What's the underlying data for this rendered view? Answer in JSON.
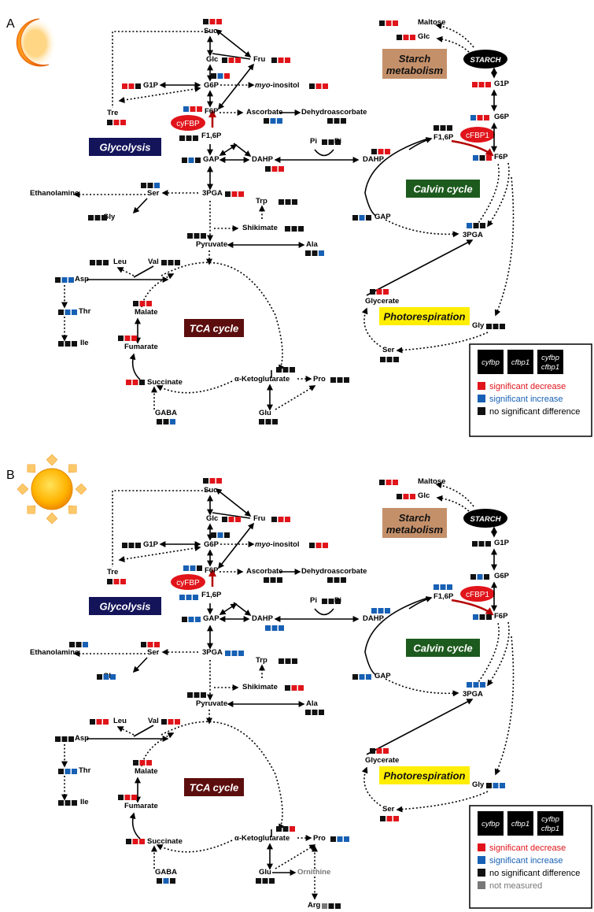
{
  "colors": {
    "decrease": "#e0141a",
    "increase": "#1760b4",
    "none": "#111111",
    "notmeasured": "#777777"
  },
  "panel_labels": [
    "A",
    "B"
  ],
  "pathways": {
    "glycolysis": "Glycolysis",
    "starch": "Starch metabolism",
    "calvin": "Calvin cycle",
    "tca": "TCA cycle",
    "photoresp": "Photorespiration"
  },
  "enzymes": {
    "cyfbp": "cyFBP",
    "cfbp1": "cFBP1",
    "starch": "STARCH"
  },
  "legend": {
    "headers": [
      "cyfbp",
      "cfbp1",
      "cyfbp cfbp1"
    ],
    "items_a": [
      {
        "code": "r",
        "label": "significant decrease"
      },
      {
        "code": "b",
        "label": "significant increase"
      },
      {
        "code": "k",
        "label": "no significant difference"
      }
    ],
    "items_b": [
      {
        "code": "r",
        "label": "significant decrease"
      },
      {
        "code": "b",
        "label": "significant increase"
      },
      {
        "code": "k",
        "label": "no significant difference"
      },
      {
        "code": "g",
        "label": "not measured"
      }
    ]
  },
  "panels": [
    {
      "id": "A",
      "icon": "moon-icon",
      "metabolites": [
        {
          "name": "Maltose",
          "codes": "krr"
        },
        {
          "name": "Glc",
          "codes": "krr",
          "id": "Glc2"
        },
        {
          "name": "G1P",
          "codes": "rrr",
          "id": "G1Pc"
        },
        {
          "name": "G6P",
          "codes": "brr",
          "id": "G6Pc"
        },
        {
          "name": "F6P",
          "codes": "bkr",
          "id": "F6Pc"
        },
        {
          "name": "F1,6P",
          "codes": "kkk",
          "id": "F16c"
        },
        {
          "name": "GAP",
          "codes": "kbk",
          "id": "GAPc"
        },
        {
          "name": "3PGA",
          "codes": "bkk",
          "id": "PGAc"
        },
        {
          "name": "Glycerate",
          "codes": "krr"
        },
        {
          "name": "Gly",
          "codes": "kkk"
        },
        {
          "name": "Ser",
          "codes": "kkk",
          "id": "Ser2"
        },
        {
          "name": "Suc",
          "codes": "krr"
        },
        {
          "name": "Glc",
          "codes": "krr"
        },
        {
          "name": "Fru",
          "codes": "krr"
        },
        {
          "name": "G6P",
          "codes": "kbr"
        },
        {
          "name": "G1P",
          "codes": "rrk"
        },
        {
          "name": "myo-inositol",
          "codes": "krr"
        },
        {
          "name": "F6P",
          "codes": "brr"
        },
        {
          "name": "Tre",
          "codes": "krr"
        },
        {
          "name": "Ascorbate",
          "codes": "kbb"
        },
        {
          "name": "Dehydroascorbate",
          "codes": "kkk"
        },
        {
          "name": "F1,6P",
          "codes": "kkk"
        },
        {
          "name": "GAP",
          "codes": "kbk"
        },
        {
          "name": "DAHP",
          "codes": "krr"
        },
        {
          "name": "DAHP",
          "codes": "krr",
          "id": "DAHP2"
        },
        {
          "name": "Pi",
          "codes": "kkk"
        },
        {
          "name": "3PGA",
          "codes": "krr"
        },
        {
          "name": "Ser",
          "codes": "kkb"
        },
        {
          "name": "Ethanolamine",
          "codes": ""
        },
        {
          "name": "Gly",
          "codes": "kkk",
          "id": "Glyc"
        },
        {
          "name": "Trp",
          "codes": "kkk"
        },
        {
          "name": "Shikimate",
          "codes": "kkk"
        },
        {
          "name": "Pyruvate",
          "codes": "kkk"
        },
        {
          "name": "Ala",
          "codes": "kkb"
        },
        {
          "name": "Leu",
          "codes": "kkk"
        },
        {
          "name": "Val",
          "codes": "kkk"
        },
        {
          "name": "Asp",
          "codes": "kbb"
        },
        {
          "name": "Thr",
          "codes": "kbb"
        },
        {
          "name": "Ile",
          "codes": "kkk"
        },
        {
          "name": "Malate",
          "codes": "krr"
        },
        {
          "name": "Fumarate",
          "codes": "krr"
        },
        {
          "name": "Succinate",
          "codes": "rrk"
        },
        {
          "name": "GABA",
          "codes": "kkb"
        },
        {
          "name": "α-Ketoglutarate",
          "codes": "kkk"
        },
        {
          "name": "Pro",
          "codes": "kkk"
        },
        {
          "name": "Glu",
          "codes": "kkk"
        }
      ]
    },
    {
      "id": "B",
      "icon": "sun-icon",
      "metabolites": [
        {
          "name": "Maltose",
          "codes": "krr"
        },
        {
          "name": "Glc",
          "codes": "krr",
          "id": "Glc2"
        },
        {
          "name": "G1P",
          "codes": "kkk",
          "id": "G1Pc"
        },
        {
          "name": "G6P",
          "codes": "kbk",
          "id": "G6Pc"
        },
        {
          "name": "F6P",
          "codes": "bkk",
          "id": "F6Pc"
        },
        {
          "name": "F1,6P",
          "codes": "bbb",
          "id": "F16c"
        },
        {
          "name": "GAP",
          "codes": "kbb",
          "id": "GAPc"
        },
        {
          "name": "3PGA",
          "codes": "bbb",
          "id": "PGAc"
        },
        {
          "name": "Glycerate",
          "codes": "krr"
        },
        {
          "name": "Gly",
          "codes": "kbb"
        },
        {
          "name": "Ser",
          "codes": "krr",
          "id": "Ser2"
        },
        {
          "name": "Suc",
          "codes": "krr"
        },
        {
          "name": "Glc",
          "codes": "krr"
        },
        {
          "name": "Fru",
          "codes": "krr"
        },
        {
          "name": "G6P",
          "codes": "kbk"
        },
        {
          "name": "G1P",
          "codes": "kkk"
        },
        {
          "name": "myo-inositol",
          "codes": "krr"
        },
        {
          "name": "F6P",
          "codes": "bbk"
        },
        {
          "name": "Tre",
          "codes": "krr"
        },
        {
          "name": "Ascorbate",
          "codes": "kkk"
        },
        {
          "name": "Dehydroascorbate",
          "codes": "kkk"
        },
        {
          "name": "F1,6P",
          "codes": "bbb"
        },
        {
          "name": "GAP",
          "codes": "kbb"
        },
        {
          "name": "DAHP",
          "codes": "bbb"
        },
        {
          "name": "DAHP",
          "codes": "bbb",
          "id": "DAHP2"
        },
        {
          "name": "Pi",
          "codes": "kkk"
        },
        {
          "name": "3PGA",
          "codes": "bbb"
        },
        {
          "name": "Ser",
          "codes": "krr"
        },
        {
          "name": "Ethanolamine",
          "codes": "kkb"
        },
        {
          "name": "Gly",
          "codes": "kbb",
          "id": "Glyc"
        },
        {
          "name": "Trp",
          "codes": "kkk"
        },
        {
          "name": "Shikimate",
          "codes": "krr"
        },
        {
          "name": "Pyruvate",
          "codes": "kkk"
        },
        {
          "name": "Ala",
          "codes": "kkk"
        },
        {
          "name": "Leu",
          "codes": "krr"
        },
        {
          "name": "Val",
          "codes": "krr"
        },
        {
          "name": "Asp",
          "codes": "kkk"
        },
        {
          "name": "Thr",
          "codes": "kbb"
        },
        {
          "name": "Ile",
          "codes": "kkk"
        },
        {
          "name": "Malate",
          "codes": "krr"
        },
        {
          "name": "Fumarate",
          "codes": "krr"
        },
        {
          "name": "Succinate",
          "codes": "krr"
        },
        {
          "name": "GABA",
          "codes": "kbk"
        },
        {
          "name": "α-Ketoglutarate",
          "codes": "kkr"
        },
        {
          "name": "Pro",
          "codes": "kbb"
        },
        {
          "name": "Glu",
          "codes": "kkk"
        },
        {
          "name": "Ornithine",
          "codes": "",
          "measured": false
        },
        {
          "name": "Arg",
          "codes": "gkk"
        }
      ]
    }
  ]
}
